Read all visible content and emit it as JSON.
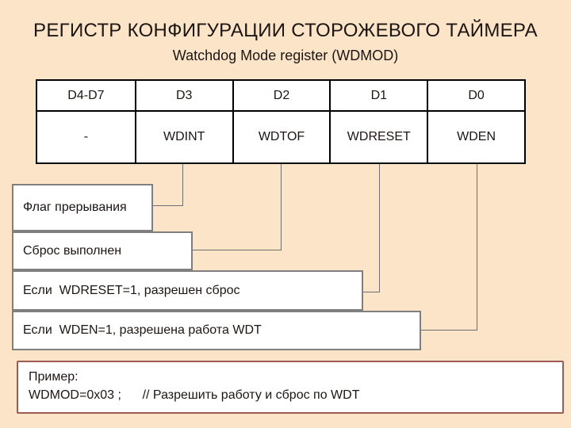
{
  "colors": {
    "background": "#fce4c9",
    "text": "#1c1613",
    "table_border": "#000000",
    "callout_border": "#7f7f7f",
    "connector": "#6e6e6e",
    "example_border": "#9d5b53"
  },
  "header": {
    "title": "РЕГИСТР КОНФИГУРАЦИИ СТОРОЖЕВОГО ТАЙМЕРА",
    "subtitle": "Watchdog Mode register (WDMOD)"
  },
  "register_table": {
    "headers": [
      "D4-D7",
      "D3",
      "D2",
      "D1",
      "D0"
    ],
    "bits": [
      "-",
      "WDINT",
      "WDTOF",
      "WDRESET",
      "WDEN"
    ]
  },
  "callouts": [
    {
      "label": "Флаг прерывания"
    },
    {
      "label": "Сброс выполнен"
    },
    {
      "label": "Если  WDRESET=1, разрешен сброс"
    },
    {
      "label": "Если  WDEN=1, разрешена работа WDT"
    }
  ],
  "example": {
    "label": "Пример:",
    "code": "WDMOD=0x03 ;      // Разрешить работу и сброс по WDT"
  }
}
